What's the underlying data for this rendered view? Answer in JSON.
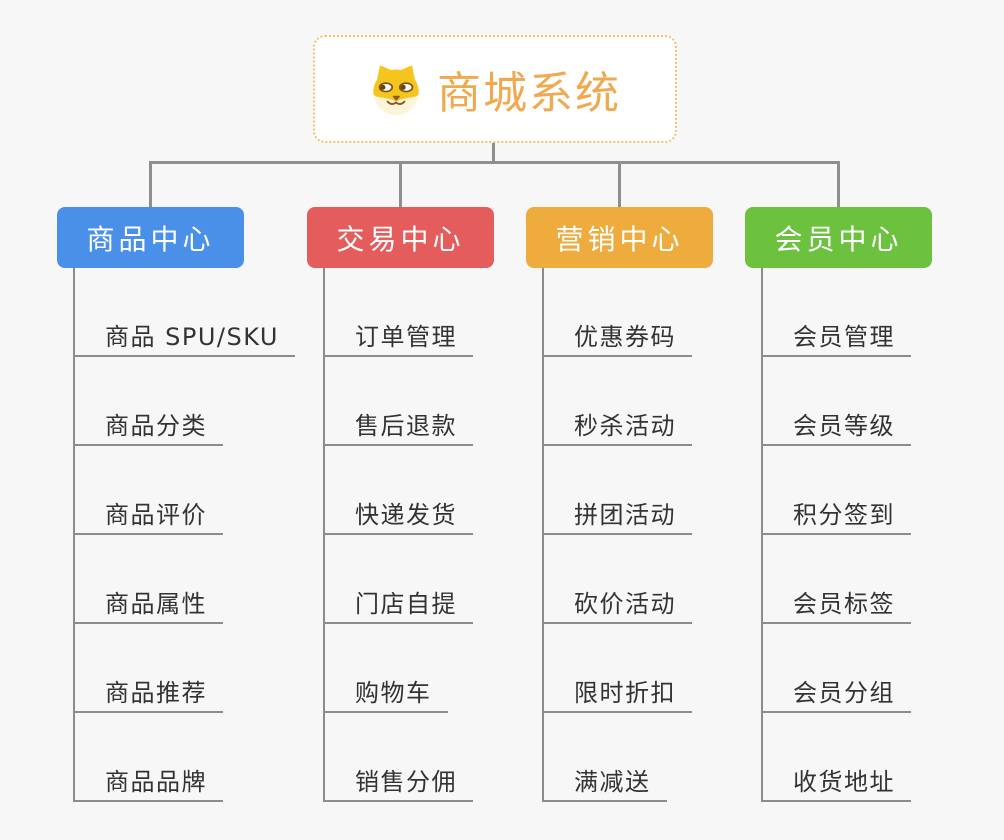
{
  "root": {
    "title": "商城系统",
    "icon": "shiba-dog-icon"
  },
  "branches": [
    {
      "label": "商品中心",
      "color": "#4a90e8",
      "children": [
        "商品 SPU/SKU",
        "商品分类",
        "商品评价",
        "商品属性",
        "商品推荐",
        "商品品牌"
      ]
    },
    {
      "label": "交易中心",
      "color": "#e45c5c",
      "children": [
        "订单管理",
        "售后退款",
        "快递发货",
        "门店自提",
        "购物车",
        "销售分佣"
      ]
    },
    {
      "label": "营销中心",
      "color": "#eeac3e",
      "children": [
        "优惠券码",
        "秒杀活动",
        "拼团活动",
        "砍价活动",
        "限时折扣",
        "满减送"
      ]
    },
    {
      "label": "会员中心",
      "color": "#6cc13f",
      "children": [
        "会员管理",
        "会员等级",
        "积分签到",
        "会员标签",
        "会员分组",
        "收货地址"
      ]
    }
  ],
  "colors": {
    "background": "#f7f7f7",
    "connector_line": "#8f8f8f",
    "item_underline": "#8c8c8c",
    "item_text": "#333333",
    "root_border": "#f5c069",
    "root_title": "#f0a94e"
  }
}
